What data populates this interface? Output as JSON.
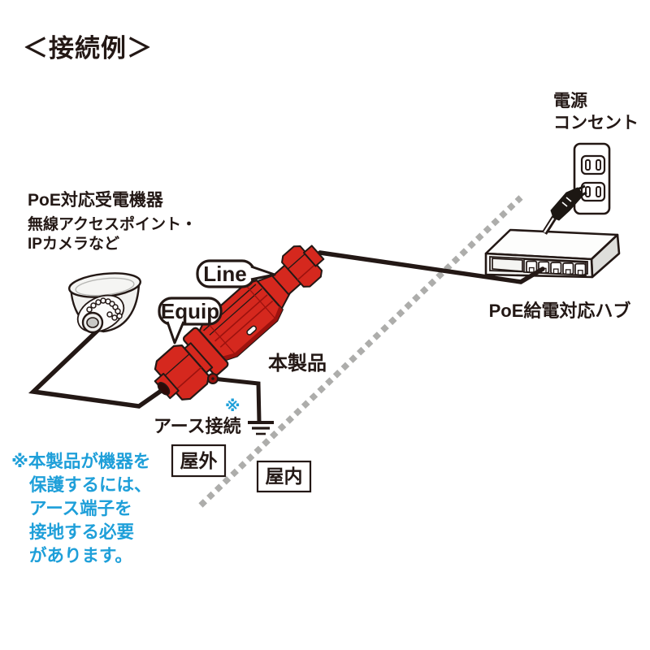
{
  "title": "＜接続例＞",
  "outlet": {
    "label_line1": "電源",
    "label_line2": "コンセント"
  },
  "hub": {
    "label": "PoE給電対応ハブ"
  },
  "device": {
    "label": "本製品",
    "line_port_label": "Line",
    "equip_port_label": "Equip"
  },
  "powered_device": {
    "heading": "PoE対応受電機器",
    "sub1": "無線アクセスポイント・",
    "sub2": "IPカメラなど"
  },
  "ground": {
    "mark": "※",
    "label": "アース接続"
  },
  "zones": {
    "outdoor": "屋外",
    "indoor": "屋内"
  },
  "note": {
    "lines": [
      "※本製品が機器を",
      "保護するには、",
      "アース端子を",
      "接地する必要",
      "があります。"
    ]
  },
  "colors": {
    "device_red": "#d5281e",
    "device_red_dark": "#9c120e",
    "ink_black": "#231815",
    "note_blue": "#1e9fd9",
    "divider_gray": "#adadab",
    "hub_side_gray": "#dededb"
  }
}
